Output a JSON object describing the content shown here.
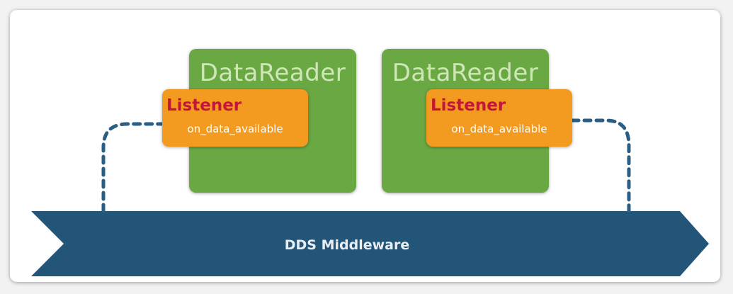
{
  "diagram": {
    "readers": [
      {
        "title": "DataReader",
        "listener": {
          "title": "Listener",
          "callback": "on_data_available"
        }
      },
      {
        "title": "DataReader",
        "listener": {
          "title": "Listener",
          "callback": "on_data_available"
        }
      }
    ],
    "middleware": {
      "label": "DDS Middleware"
    }
  },
  "colors": {
    "card_background": "#ffffff",
    "reader_fill": "#6aa843",
    "reader_title": "#cfe6b8",
    "listener_fill": "#f39a21",
    "listener_title": "#c4153a",
    "listener_callback": "#ffffff",
    "middleware_fill": "#235578",
    "connector": "#2a5e82"
  }
}
